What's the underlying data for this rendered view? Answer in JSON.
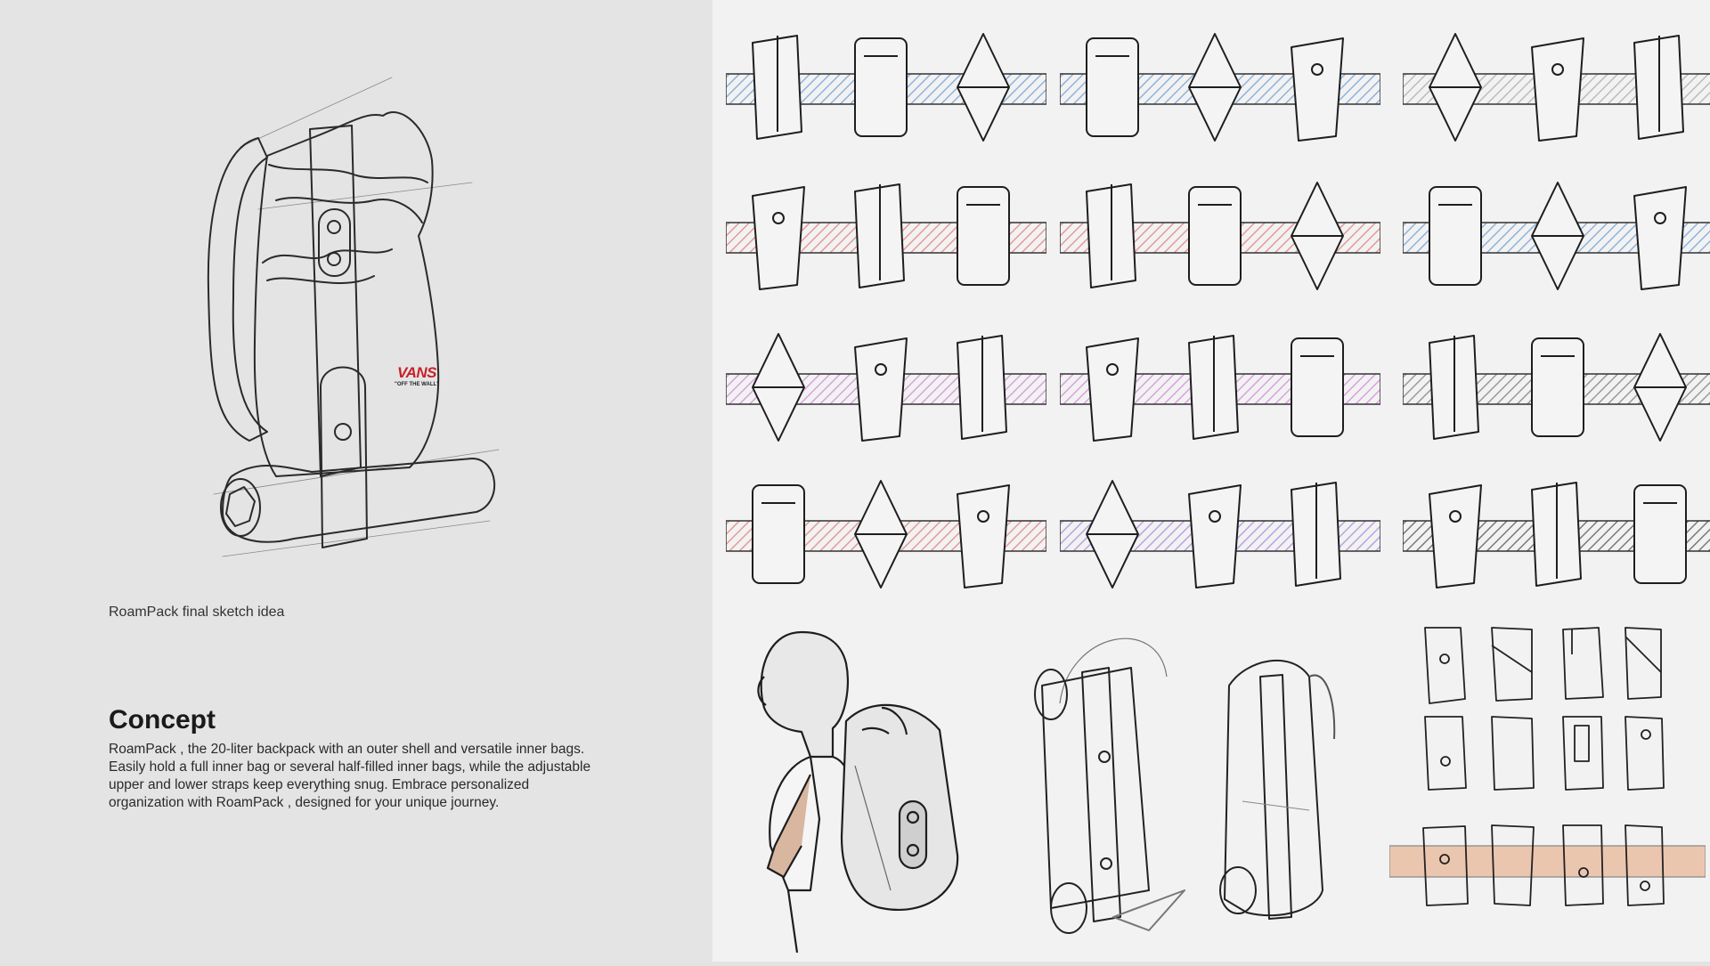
{
  "left_panel": {
    "logo": {
      "brand": "VANS",
      "tagline": "\"OFF THE WALL\""
    },
    "caption": "RoamPack final sketch idea",
    "concept": {
      "title": "Concept",
      "body": "RoamPack , the 20-liter backpack with an outer shell and versatile inner bags. Easily hold a full inner bag or several half-filled inner bags, while the adjustable upper and lower straps keep everything snug. Embrace personalized organization with RoamPack , designed for your unique journey."
    }
  },
  "right_panel": {
    "grid": {
      "panels": [
        {
          "stripe": "#8fb3dc"
        },
        {
          "stripe": "#8fb3dc"
        },
        {
          "stripe": "#bcbcbc"
        },
        {
          "stripe": "#e59a9a"
        },
        {
          "stripe": "#e59a9a"
        },
        {
          "stripe": "#8fb3dc"
        },
        {
          "stripe": "#d9a2de"
        },
        {
          "stripe": "#d9a2de"
        },
        {
          "stripe": "#9a9a9a"
        },
        {
          "stripe": "#e59a9a"
        },
        {
          "stripe": "#b9a3e2"
        },
        {
          "stripe": "#7a7a7a"
        }
      ]
    },
    "bottom_right_stripe": "#e7a37a"
  }
}
